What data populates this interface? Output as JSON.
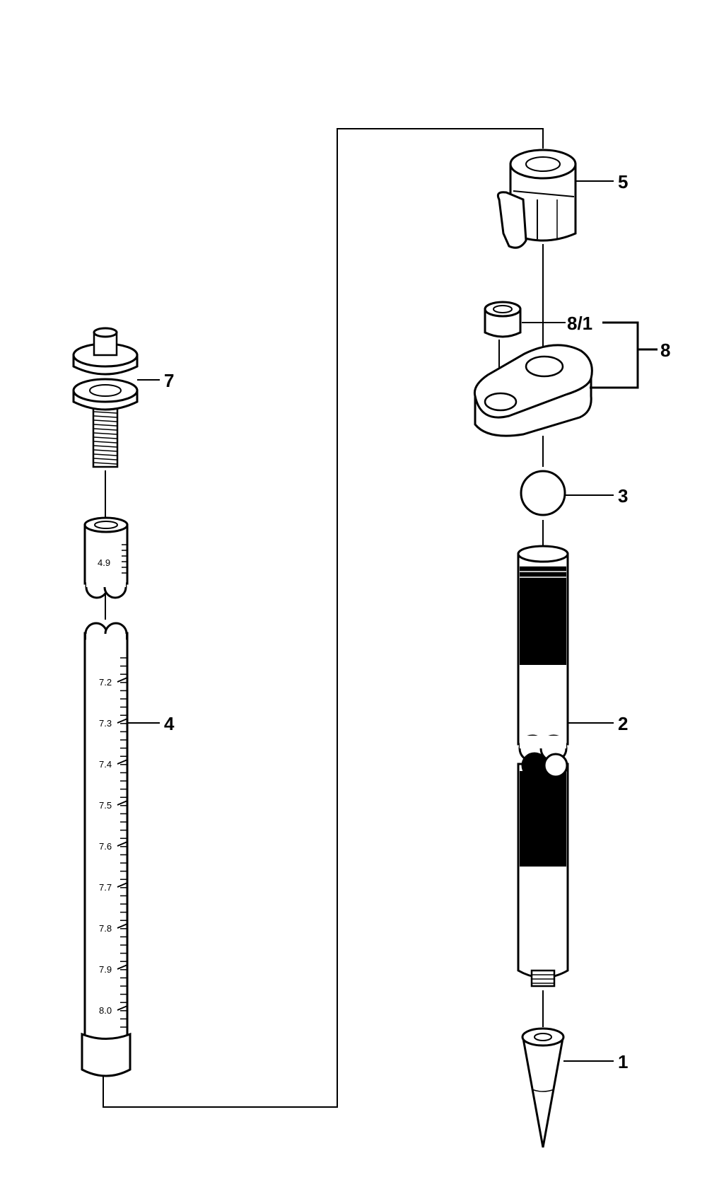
{
  "diagram": {
    "callouts": {
      "p1": "1",
      "p2": "2",
      "p3": "3",
      "p4": "4",
      "p5": "5",
      "p7": "7",
      "p8": "8",
      "p81": "8/1"
    },
    "scale_small": [
      "4.9"
    ],
    "scale_long": [
      "7.2",
      "7.3",
      "7.4",
      "7.5",
      "7.6",
      "7.7",
      "7.8",
      "7.9",
      "8.0"
    ]
  }
}
